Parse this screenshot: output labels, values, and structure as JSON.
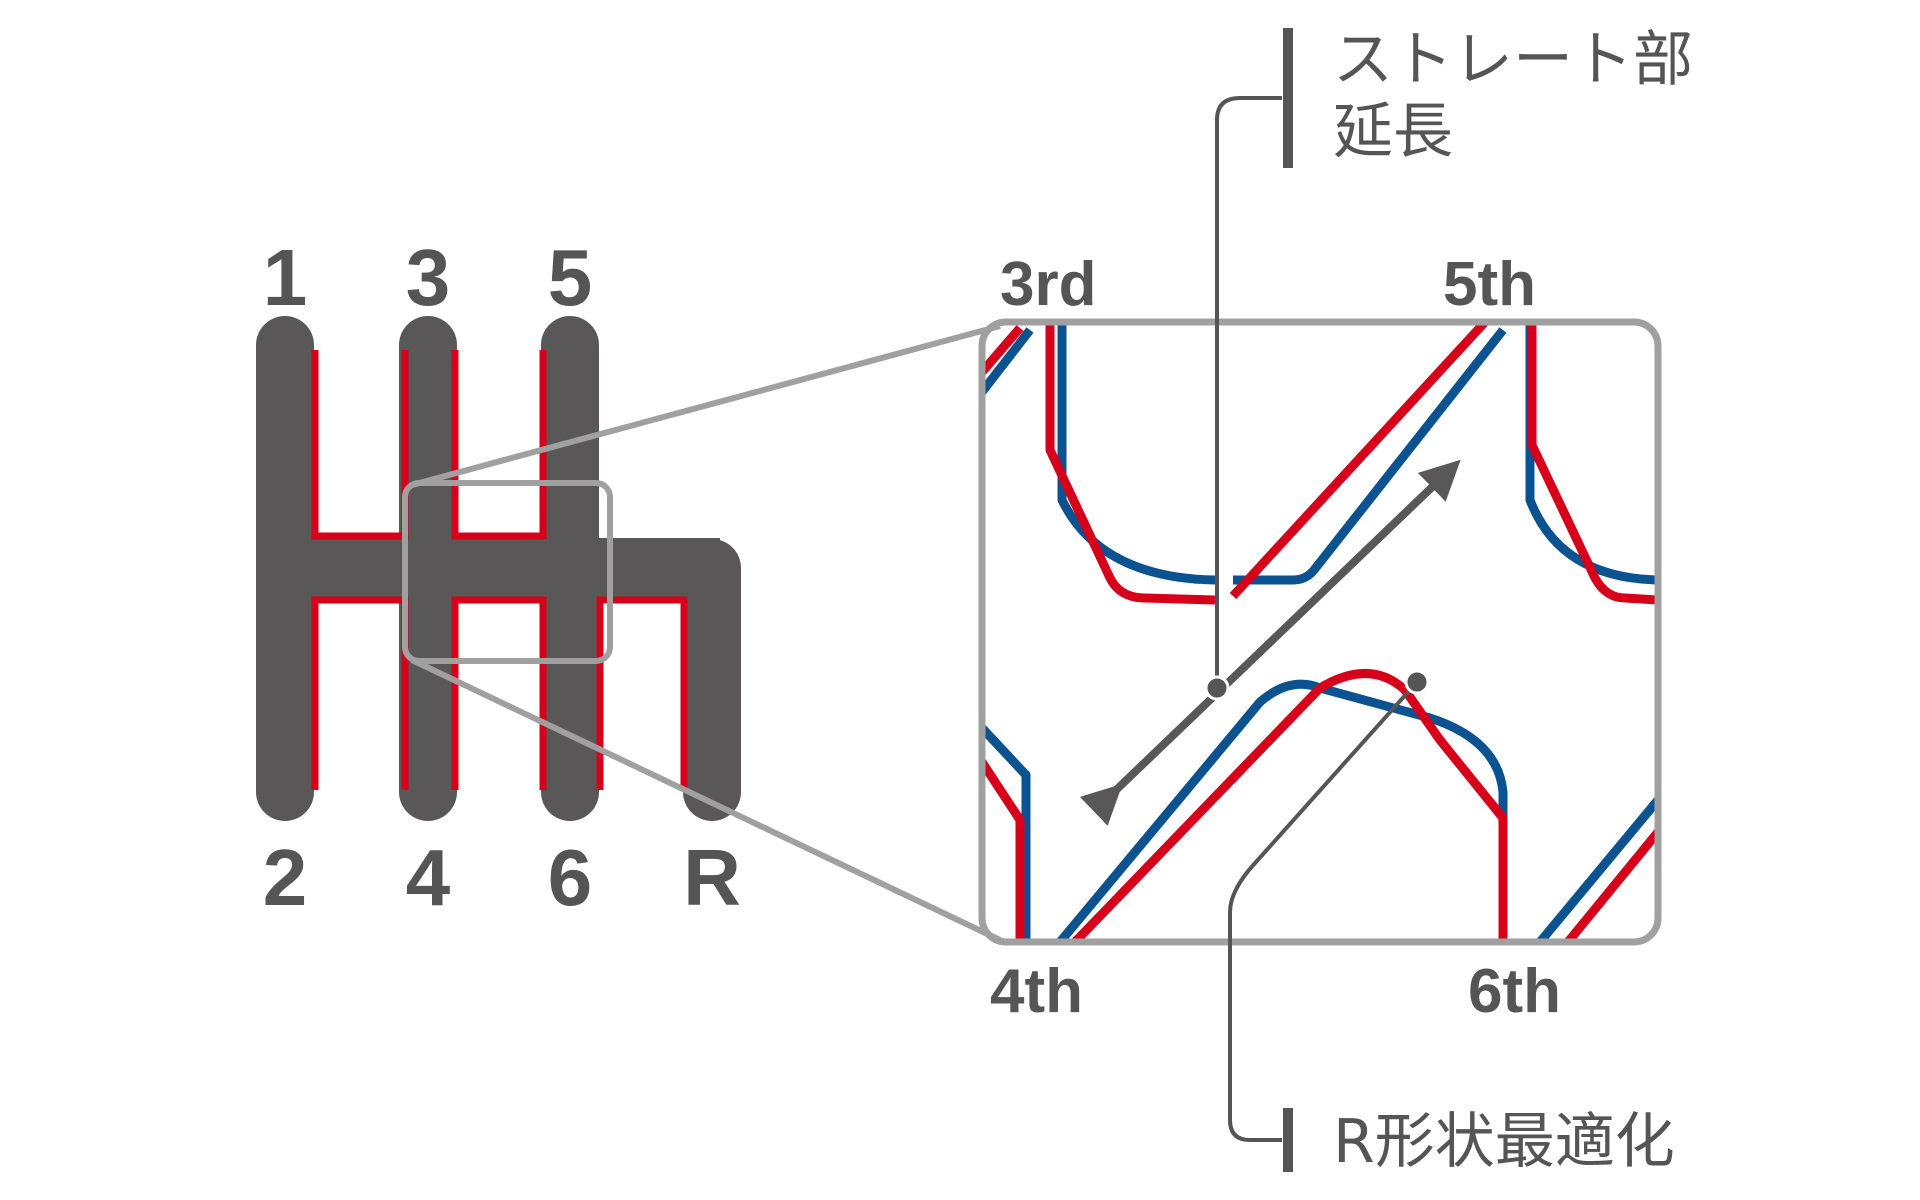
{
  "shift_pattern": {
    "top_gears": [
      "1",
      "3",
      "5"
    ],
    "bottom_gears": [
      "2",
      "4",
      "6",
      "R"
    ]
  },
  "detail_view": {
    "top_left_label": "3rd",
    "top_right_label": "5th",
    "bottom_left_label": "4th",
    "bottom_right_label": "6th"
  },
  "callouts": {
    "straight_line1": "ストレート部",
    "straight_line2": "延長",
    "r_shape": "R形状最適化"
  },
  "colors": {
    "gate": "#595757",
    "new_profile": "#d7001b",
    "old_profile": "#0b5291",
    "frame": "#a0a0a0",
    "leader": "#555555"
  }
}
